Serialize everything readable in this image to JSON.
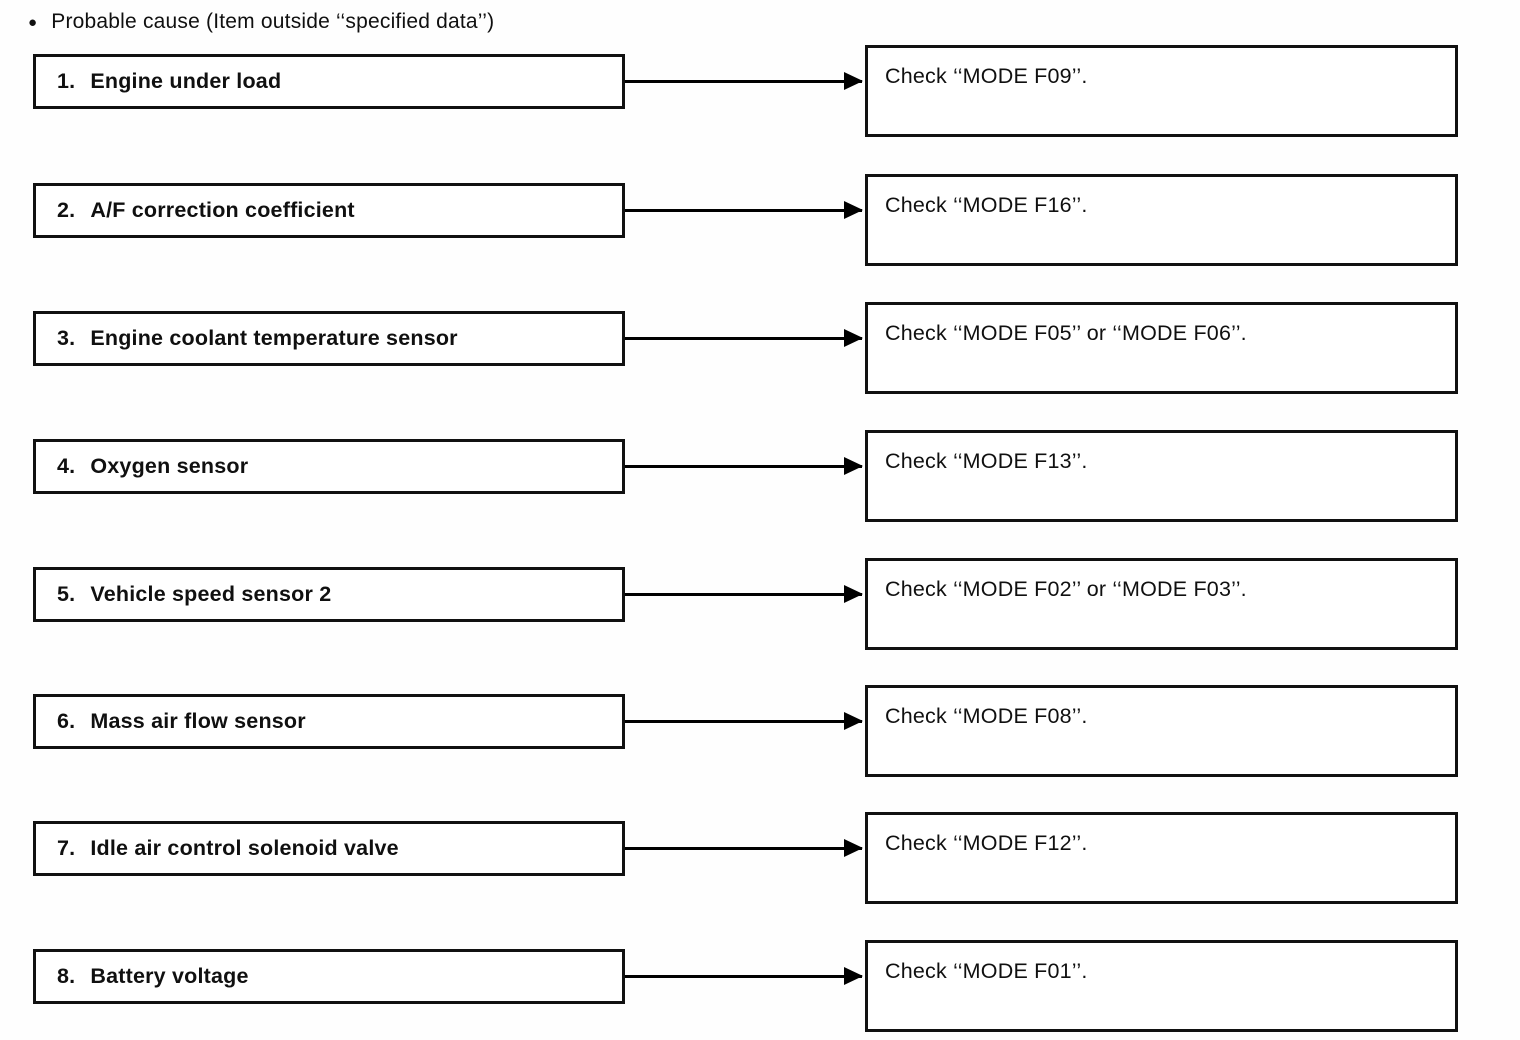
{
  "page": {
    "bullet_icon": "●",
    "title": "Probable cause (Item outside ‘‘specified data’’)"
  },
  "colors": {
    "ink": "#111111",
    "background": "#ffffff"
  },
  "rows": [
    {
      "num": "1.",
      "label": "Engine under load",
      "action": "Check ‘‘MODE F09’’."
    },
    {
      "num": "2.",
      "label": "A/F correction coefficient",
      "action": "Check ‘‘MODE F16’’."
    },
    {
      "num": "3.",
      "label": "Engine coolant temperature sensor",
      "action": "Check ‘‘MODE F05’’ or ‘‘MODE F06’’."
    },
    {
      "num": "4.",
      "label": "Oxygen sensor",
      "action": "Check ‘‘MODE F13’’."
    },
    {
      "num": "5.",
      "label": "Vehicle speed sensor 2",
      "action": "Check ‘‘MODE F02’’ or ‘‘MODE F03’’."
    },
    {
      "num": "6.",
      "label": "Mass air flow sensor",
      "action": "Check ‘‘MODE F08’’."
    },
    {
      "num": "7.",
      "label": "Idle air control solenoid valve",
      "action": "Check ‘‘MODE F12’’."
    },
    {
      "num": "8.",
      "label": "Battery voltage",
      "action": "Check ‘‘MODE F01’’."
    }
  ]
}
